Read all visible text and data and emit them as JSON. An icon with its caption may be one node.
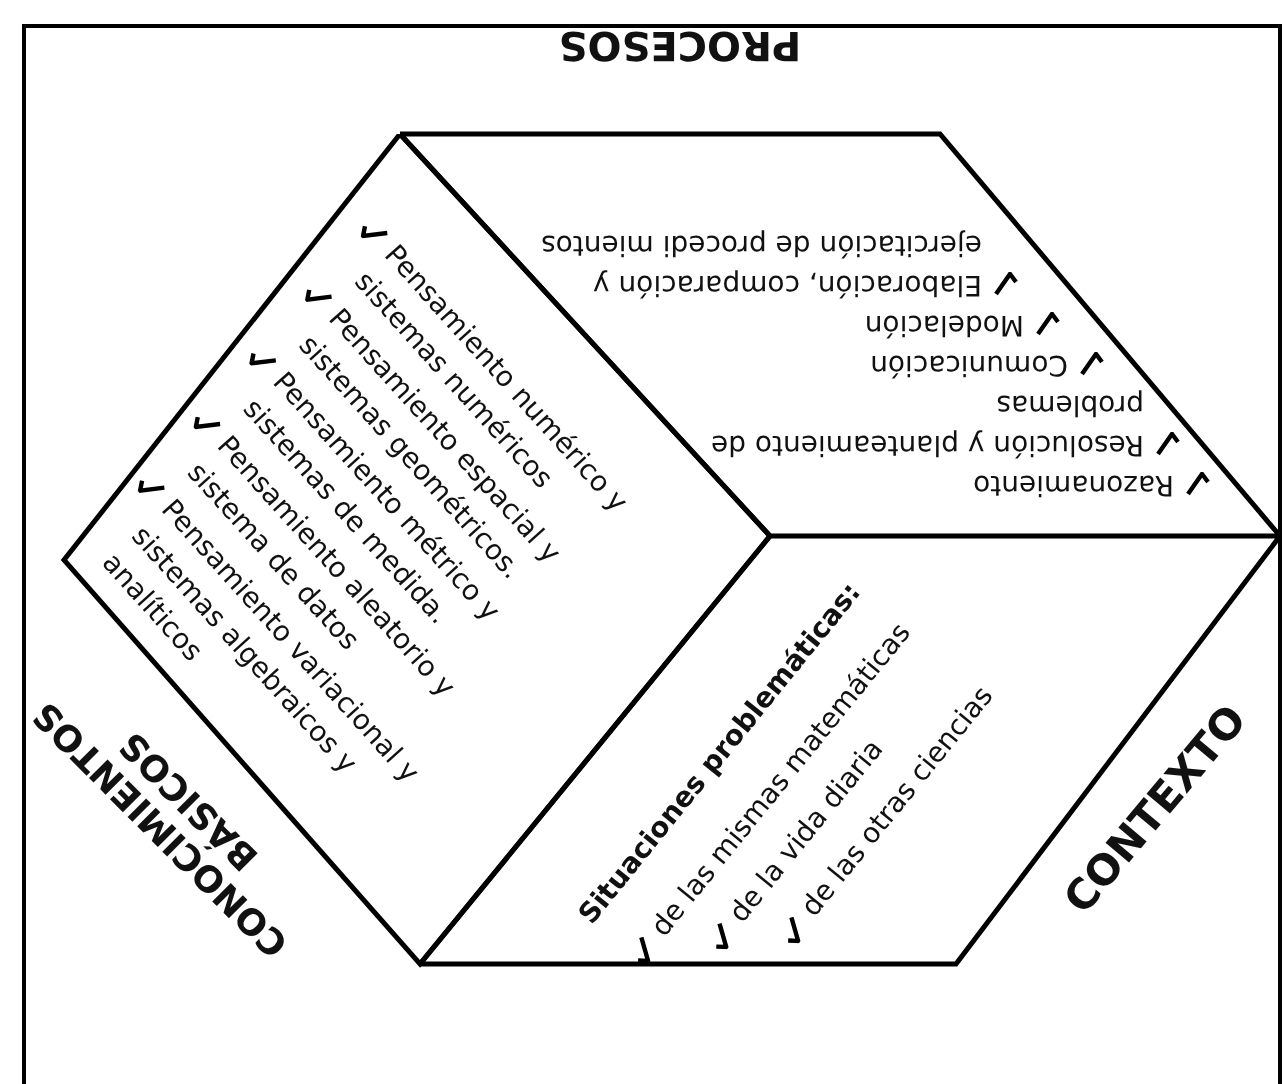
{
  "diagram": {
    "nodes": [
      {
        "text": [
          "PROCESOS",
          "Razonamiento",
          "Resolución y planteamiento de problemas",
          "Comunicación",
          "Modelación",
          "Elaboración, comparación y ejercitación de procedi mientos"
        ]
      },
      {
        "text": [
          "CONOCIMIENTOS BÁSICOS",
          "Pensamiento numérico y sistemas numéricos",
          "Pensamiento espacial y sistemas geométricos.",
          "Pensamiento métrico y sistemas de medida.",
          "Pensamiento aleatorio y sistema de datos",
          "Pensamiento variacional y sistemas algebraicos y analíticos"
        ]
      },
      {
        "text": [
          "CONTEXTO",
          "Situaciones problemáticas:",
          "de las mismas matemáticas",
          "de la vida diaria",
          "de las otras ciencias"
        ]
      }
    ]
  }
}
